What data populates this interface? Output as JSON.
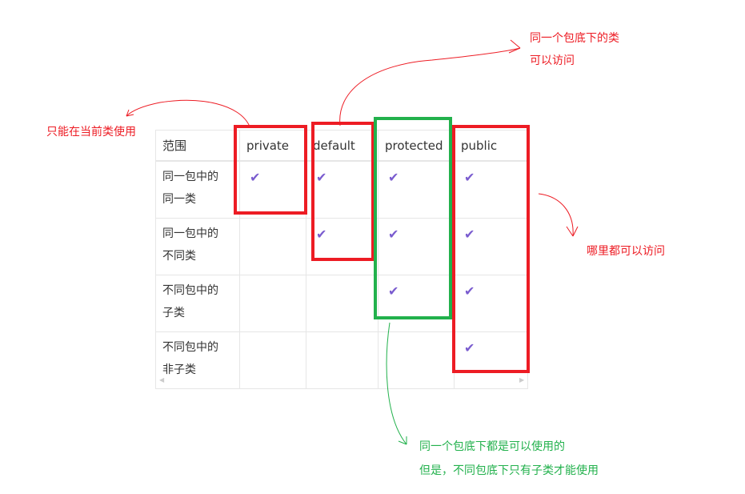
{
  "table": {
    "headers": [
      "范围",
      "private",
      "default",
      "protected",
      "public"
    ],
    "rows": [
      {
        "label": [
          "同一包中的",
          "同一类"
        ],
        "checks": [
          true,
          true,
          true,
          true
        ]
      },
      {
        "label": [
          "同一包中的",
          "不同类"
        ],
        "checks": [
          false,
          true,
          true,
          true
        ]
      },
      {
        "label": [
          "不同包中的",
          "子类"
        ],
        "checks": [
          false,
          false,
          true,
          true
        ]
      },
      {
        "label": [
          "不同包中的",
          "非子类"
        ],
        "checks": [
          false,
          false,
          false,
          true
        ]
      }
    ],
    "check_icon": "✔"
  },
  "annotations": {
    "private_note": "只能在当前类使用",
    "default_note": [
      "同一个包底下的类",
      "可以访问"
    ],
    "public_note": "哪里都可以访问",
    "protected_note": [
      "同一个包底下都是可以使用的",
      "但是，不同包底下只有子类才能使用"
    ]
  },
  "colors": {
    "red": "#ed1c24",
    "green": "#22b14c",
    "check": "#7a5ccf"
  }
}
